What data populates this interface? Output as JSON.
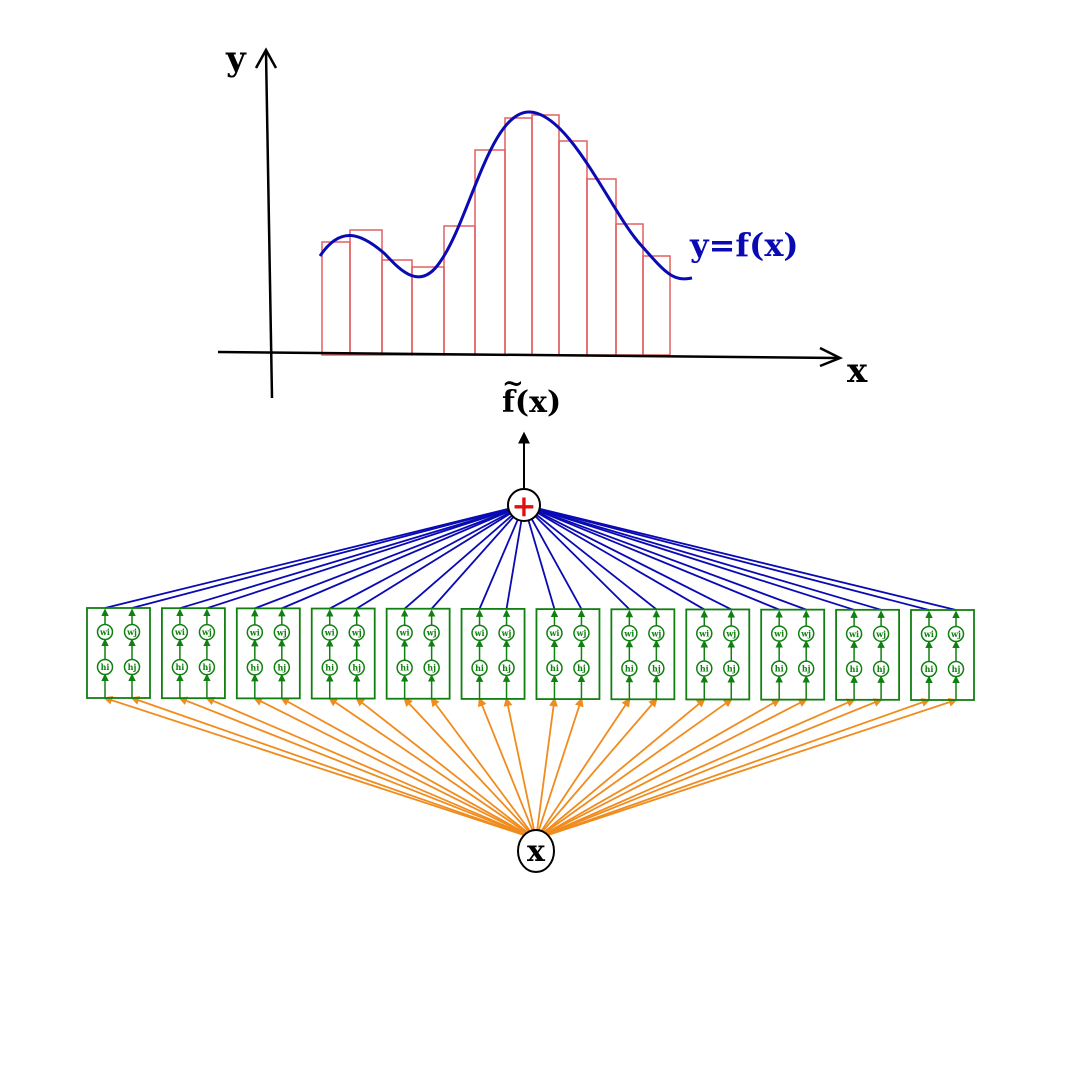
{
  "labels": {
    "y_axis": "y",
    "x_axis": "x",
    "curve": "y=f(x)",
    "output": "f(x)",
    "output_tilde": "~",
    "sum_symbol": "+",
    "input": "x",
    "unit_w_i": "wi",
    "unit_w_j": "wj",
    "unit_h_i": "hi",
    "unit_h_j": "hj"
  },
  "colors": {
    "curve": "#0a0ab4",
    "bars": "#e06060",
    "axes": "#000000",
    "units": "#108010",
    "sum_lines": "#0a0ab4",
    "input_lines": "#f08c1e",
    "sum_symbol": "#e01010"
  },
  "network": {
    "unit_count": 12,
    "nodes_per_unit": [
      "hi",
      "hj",
      "wi",
      "wj"
    ]
  }
}
